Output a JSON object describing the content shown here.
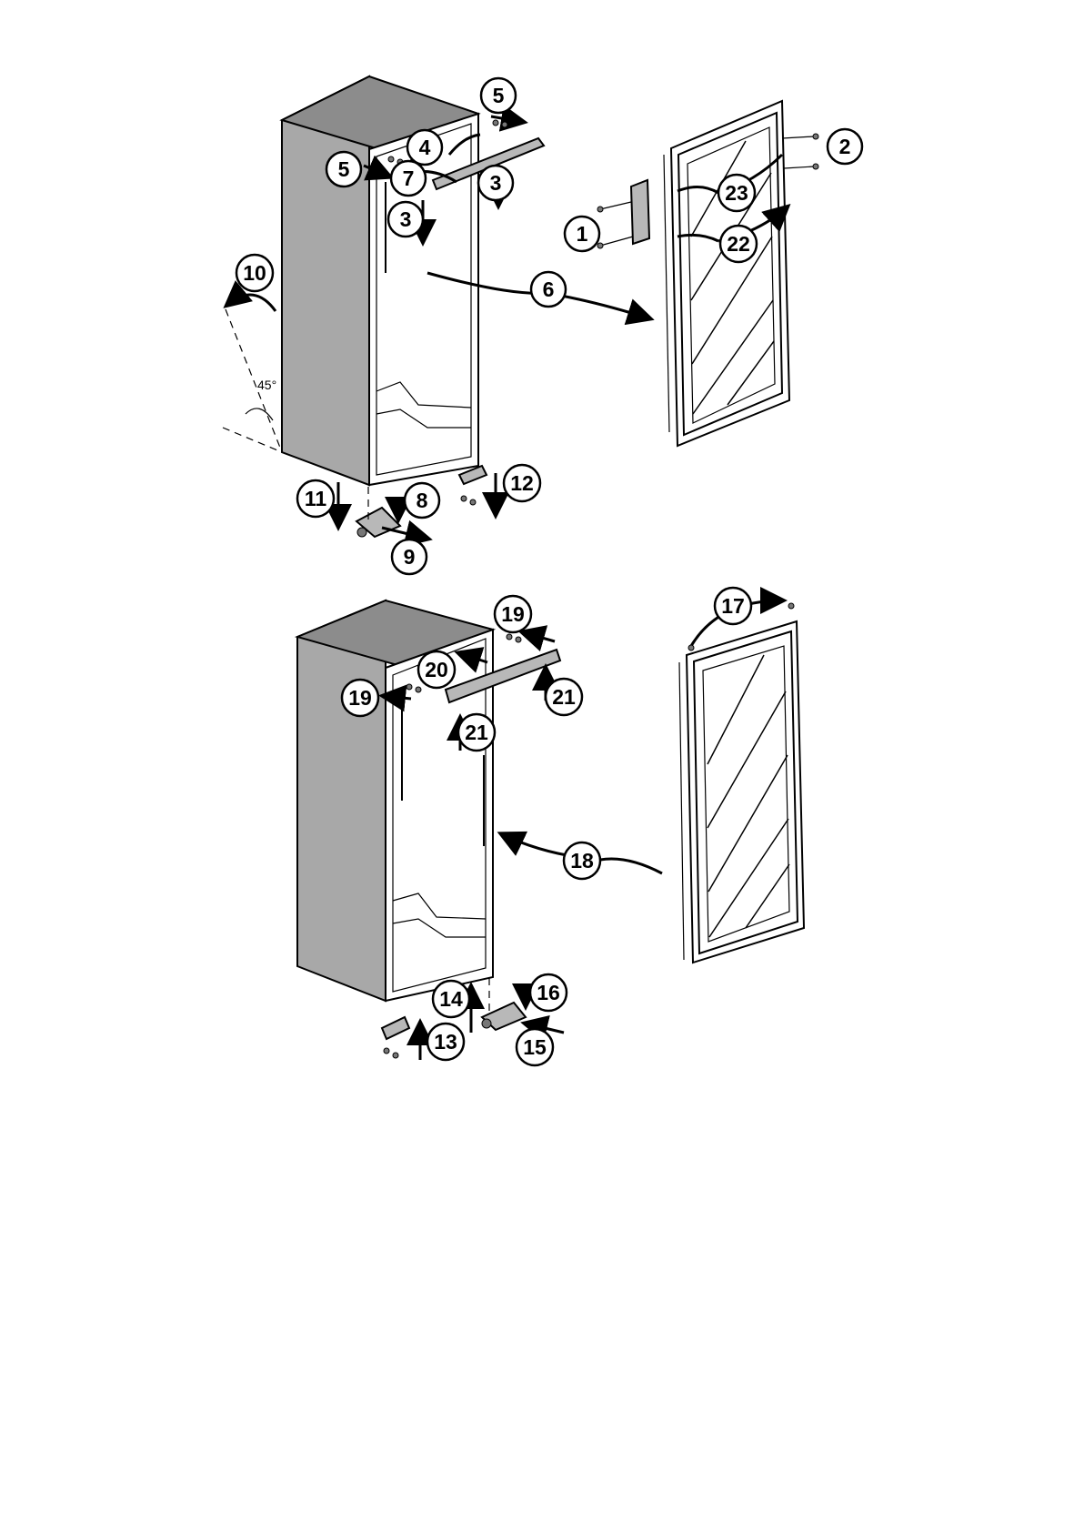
{
  "angle_label": "45°",
  "callouts": {
    "step_1": "1",
    "step_2": "2",
    "step_3": "3",
    "step_4": "4",
    "step_5": "5",
    "step_6": "6",
    "step_7": "7",
    "step_8": "8",
    "step_9": "9",
    "step_10": "10",
    "step_11": "11",
    "step_12": "12",
    "step_13": "13",
    "step_14": "14",
    "step_15": "15",
    "step_16": "16",
    "step_17": "17",
    "step_18": "18",
    "step_19": "19",
    "step_20": "20",
    "step_21": "21",
    "step_22": "22",
    "step_23": "23"
  }
}
